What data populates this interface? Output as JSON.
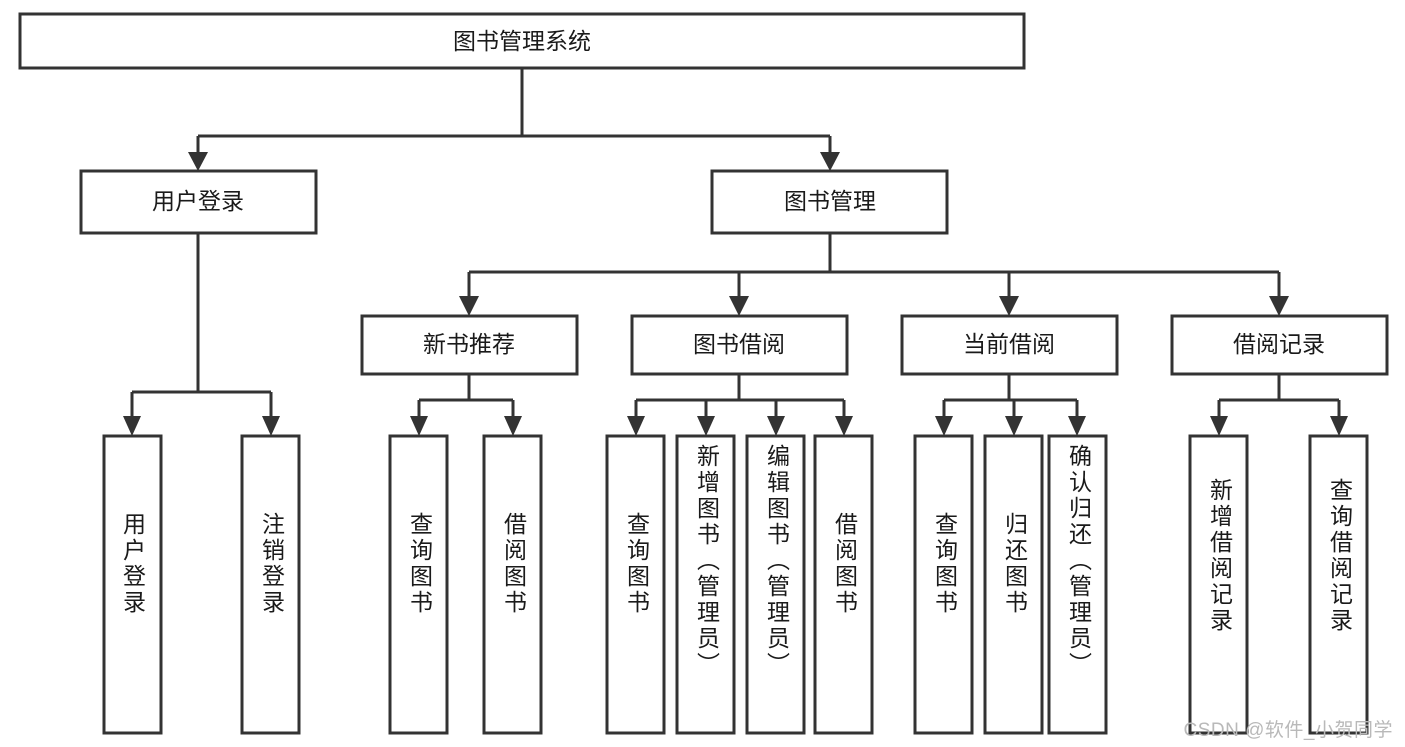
{
  "diagram": {
    "title": "图书管理系统",
    "type": "tree-hierarchy-diagram",
    "root": {
      "label": "图书管理系统",
      "id": "root"
    },
    "level2": [
      {
        "id": "user-login",
        "label": "用户登录"
      },
      {
        "id": "book-manage",
        "label": "图书管理"
      }
    ],
    "level3": [
      {
        "id": "new-book-rec",
        "label": "新书推荐",
        "parent": "book-manage"
      },
      {
        "id": "book-borrow",
        "label": "图书借阅",
        "parent": "book-manage"
      },
      {
        "id": "current-borrow",
        "label": "当前借阅",
        "parent": "book-manage"
      },
      {
        "id": "borrow-record",
        "label": "借阅记录",
        "parent": "book-manage"
      }
    ],
    "leaves": [
      {
        "id": "leaf-user-login",
        "label": "用户登录",
        "parent": "user-login"
      },
      {
        "id": "leaf-logout",
        "label": "注销登录",
        "parent": "user-login"
      },
      {
        "id": "leaf-query-book-1",
        "label": "查询图书",
        "parent": "new-book-rec"
      },
      {
        "id": "leaf-borrow-book-1",
        "label": "借阅图书",
        "parent": "new-book-rec"
      },
      {
        "id": "leaf-query-book-2",
        "label": "查询图书",
        "parent": "book-borrow"
      },
      {
        "id": "leaf-add-book",
        "label": "新增图书（管理员）",
        "parent": "book-borrow"
      },
      {
        "id": "leaf-edit-book",
        "label": "编辑图书（管理员）",
        "parent": "book-borrow"
      },
      {
        "id": "leaf-borrow-book-2",
        "label": "借阅图书",
        "parent": "book-borrow"
      },
      {
        "id": "leaf-query-book-3",
        "label": "查询图书",
        "parent": "current-borrow"
      },
      {
        "id": "leaf-return-book",
        "label": "归还图书",
        "parent": "current-borrow"
      },
      {
        "id": "leaf-confirm-return",
        "label": "确认归还（管理员）",
        "parent": "current-borrow"
      },
      {
        "id": "leaf-add-record",
        "label": "新增借阅记录",
        "parent": "borrow-record"
      },
      {
        "id": "leaf-query-record",
        "label": "查询借阅记录",
        "parent": "borrow-record"
      }
    ],
    "watermark": "CSDN @软件_小贺同学",
    "colors": {
      "stroke": "#333333",
      "fill": "#ffffff",
      "text": "#1a1a1a",
      "watermark": "#b9b9b9",
      "background": "#ffffff"
    }
  }
}
